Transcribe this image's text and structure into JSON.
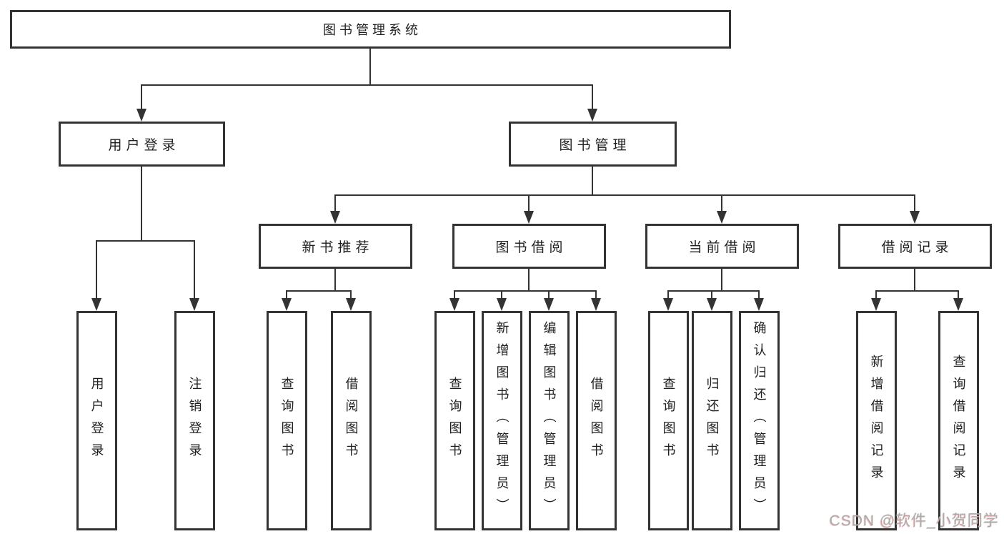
{
  "diagram_title": "图书管理系统",
  "nodes": {
    "root": {
      "label": "图书管理系统"
    },
    "user_login": {
      "label": "用户登录"
    },
    "book_mgmt": {
      "label": "图书管理"
    },
    "new_book_rec": {
      "label": "新书推荐"
    },
    "book_borrow": {
      "label": "图书借阅"
    },
    "current_borrow": {
      "label": "当前借阅"
    },
    "borrow_records": {
      "label": "借阅记录"
    },
    "leaf_user_login": {
      "label": "用户登录"
    },
    "leaf_logout": {
      "label": "注销登录"
    },
    "leaf_query_book_1": {
      "label": "查询图书"
    },
    "leaf_borrow_book_1": {
      "label": "借阅图书"
    },
    "leaf_query_book_2": {
      "label": "查询图书"
    },
    "leaf_add_book": {
      "label": "新增图书（管理员）"
    },
    "leaf_edit_book": {
      "label": "编辑图书（管理员）"
    },
    "leaf_borrow_book_2": {
      "label": "借阅图书"
    },
    "leaf_query_book_3": {
      "label": "查询图书"
    },
    "leaf_return_book": {
      "label": "归还图书"
    },
    "leaf_confirm_return": {
      "label": "确认归还（管理员）"
    },
    "leaf_add_record": {
      "label": "新增借阅记录"
    },
    "leaf_query_record": {
      "label": "查询借阅记录"
    }
  },
  "hierarchy": {
    "root": [
      "user_login",
      "book_mgmt"
    ],
    "user_login": [
      "leaf_user_login",
      "leaf_logout"
    ],
    "book_mgmt": [
      "new_book_rec",
      "book_borrow",
      "current_borrow",
      "borrow_records"
    ],
    "new_book_rec": [
      "leaf_query_book_1",
      "leaf_borrow_book_1"
    ],
    "book_borrow": [
      "leaf_query_book_2",
      "leaf_add_book",
      "leaf_edit_book",
      "leaf_borrow_book_2"
    ],
    "current_borrow": [
      "leaf_query_book_3",
      "leaf_return_book",
      "leaf_confirm_return"
    ],
    "borrow_records": [
      "leaf_add_record",
      "leaf_query_record"
    ]
  },
  "watermark": {
    "text": "CSDN @软件_小贺同学"
  },
  "colors": {
    "line": "#333333",
    "box_border": "#333333",
    "text": "#1f1f1f",
    "background": "#ffffff",
    "watermark": "#ababab"
  }
}
